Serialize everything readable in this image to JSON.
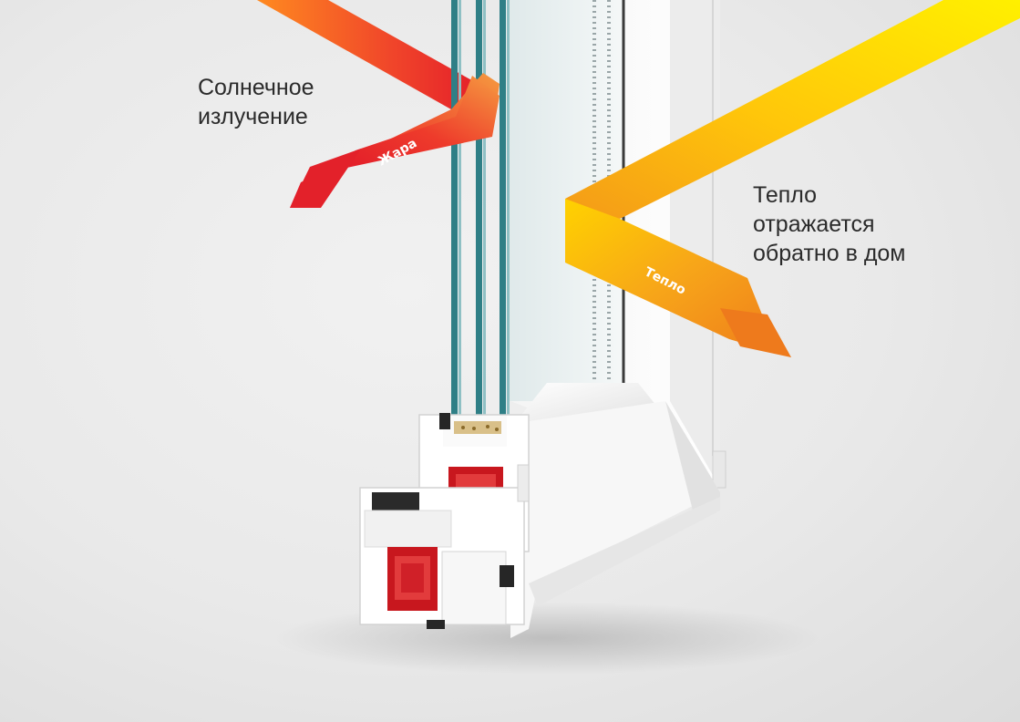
{
  "captions": {
    "solar": "Солнечное\nизлучение",
    "heat_reflected": "Тепло\nотражается\nобратно в дом"
  },
  "arrows": {
    "heat_label": "Жара",
    "warmth_label": "Тепло"
  },
  "colors": {
    "heat_arrow_start": "#ff7a1f",
    "heat_arrow_end": "#e8202a",
    "warmth_arrow_yellow": "#ffe600",
    "warmth_arrow_orange": "#f18a1c",
    "profile_reinforcement": "#c8171e",
    "glass_edge": "#2f7f86"
  }
}
